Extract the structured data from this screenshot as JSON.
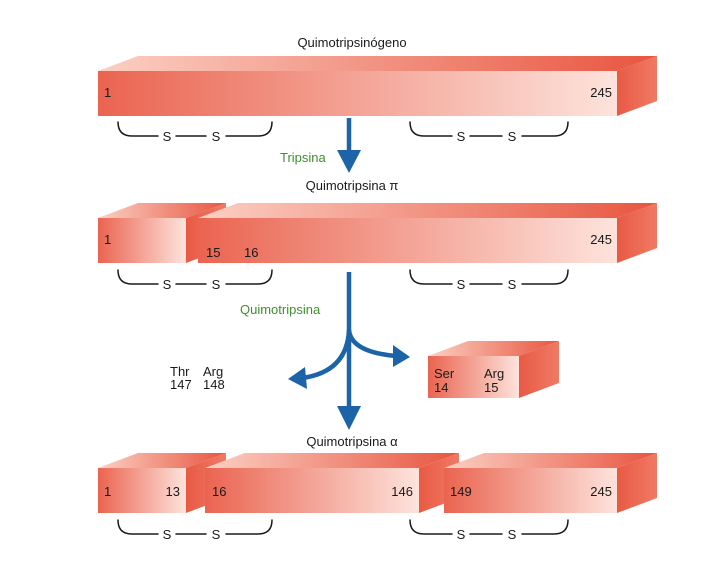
{
  "stages": {
    "zymogen": {
      "title": "Quimotripsinógeno",
      "start": "1",
      "end": "245"
    },
    "pi": {
      "title": "Quimotripsina π",
      "frag1_start": "1",
      "frag2_start_a": "15",
      "frag2_start_b": "16",
      "frag2_end": "245"
    },
    "alpha": {
      "title": "Quimotripsina α",
      "f1_start": "1",
      "f1_end": "13",
      "f2_start": "16",
      "f2_end": "146",
      "f3_start": "149",
      "f3_end": "245"
    }
  },
  "enzymes": {
    "first": "Tripsina",
    "second": "Quimotripsina"
  },
  "released": {
    "thr_arg": {
      "res1": "Thr",
      "res2": "Arg",
      "num1": "147",
      "num2": "148"
    },
    "ser_arg": {
      "res1": "Ser",
      "res2": "Arg",
      "num1": "14",
      "num2": "15"
    }
  },
  "disulfide": {
    "atom": "S"
  },
  "colors": {
    "bar_dark": "#e8553f",
    "bar_light": "#fde3dc",
    "arrow": "#1c63a8",
    "enzyme_text": "#3f8f2c"
  }
}
